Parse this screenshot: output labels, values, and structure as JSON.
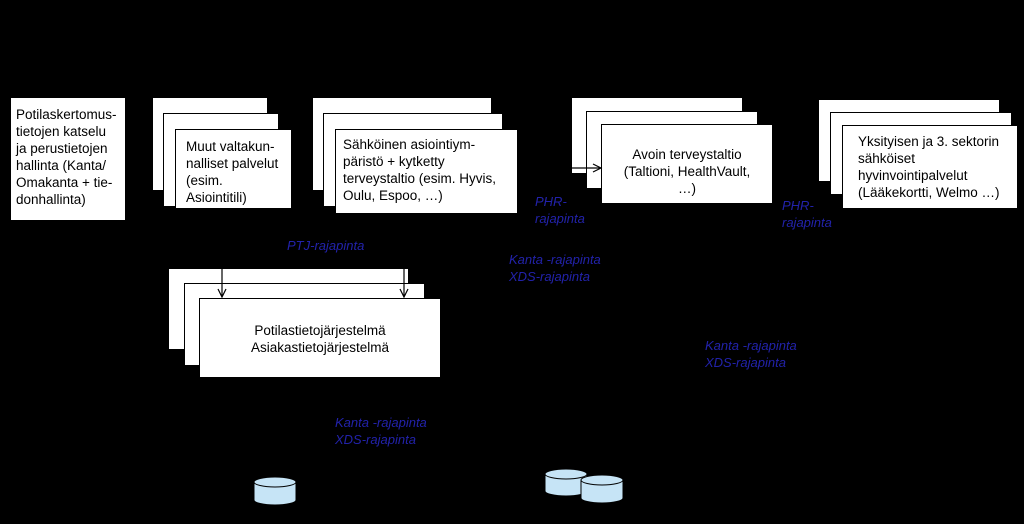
{
  "boxes": {
    "omakanta": "Potilaskertomus-\ntietojen katselu\nja perustietojen\nhallinta (Kanta/\nOmakanta + tie-\ndonhallinta)",
    "valtakunnalliset": "Muut valtakun-\nnalliset palvelut\n(esim.\nAsiointitili)",
    "asiointiymparisto": "Sähköinen asiointiym-\npäristö + kytketty\nterveystaltio (esim. Hyvis,\nOulu, Espoo, …)",
    "terveystaltio": "Avoin terveystaltio\n(Taltioni, HealthVault,\n…)",
    "yksityinen": "Yksityisen ja 3. sektorin\nsähköiset\nhyvinvointipalvelut\n(Lääkekortti, Welmo …)",
    "ptj": "Potilastietojärjestelmä\nAsiakastietojärjestelmä"
  },
  "interfaces": {
    "phr1": "PHR-\nrajapinta",
    "phr2": "PHR-\nrajapinta",
    "ptj": "PTJ-rajapinta",
    "kanta_xds_1": "Kanta -rajapinta\nXDS-rajapinta",
    "kanta_xds_2": "Kanta -rajapinta\nXDS-rajapinta",
    "kanta_xds_3": "Kanta -rajapinta\nXDS-rajapinta"
  },
  "colors": {
    "background": "#000000",
    "box": "#ffffff",
    "interface_text": "#2222aa",
    "database": "#c6e4f6"
  }
}
